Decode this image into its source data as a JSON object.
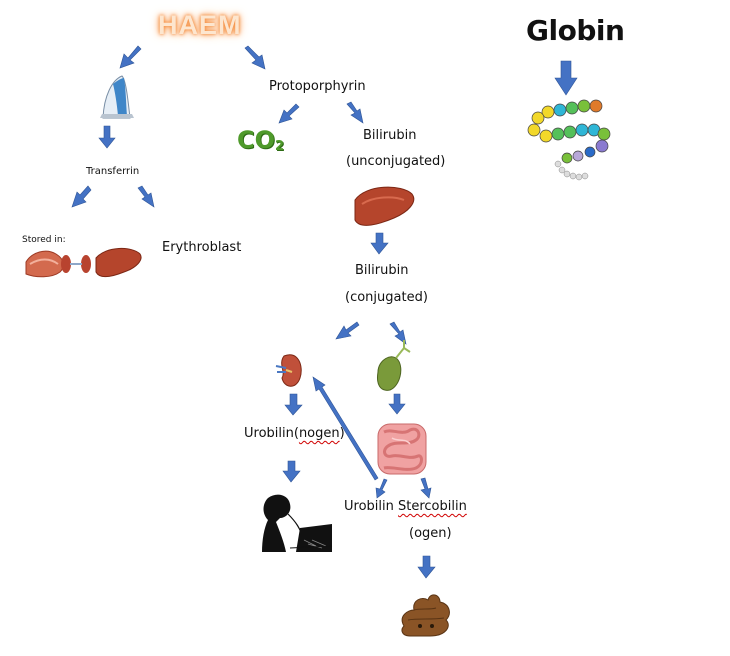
{
  "title_haem": "HAEM",
  "title_globin": "Globin",
  "labels": {
    "protoporphyrin": "Protoporphyrin",
    "transferrin": "Transferrin",
    "stored_in": "Stored in:",
    "erythroblast": "Erythroblast",
    "bilirubin_1": "Bilirubin",
    "unconjugated": "(unconjugated)",
    "bilirubin_2": "Bilirubin",
    "conjugated": "(conjugated)",
    "urobilin_a": "Urobilin(",
    "urobilin_b": "nogen",
    "urobilin_c": ")",
    "urobilin_2": "Urobilin",
    "stercobilin": "Stercobilin",
    "ogen": "(ogen)",
    "co2_main": "CO",
    "co2_sub": "2"
  },
  "icons": {
    "iron": "iron-icon",
    "co2": "carbon-dioxide-icon",
    "protein_chain": "amino-acid-chain-icon",
    "liver": "liver-icon",
    "kidney": "kidney-icon",
    "muscle": "muscle-icon",
    "gallbladder": "gallbladder-icon",
    "intestines": "intestines-icon",
    "person_urinating": "person-urinating-icon",
    "stool": "stool-icon"
  },
  "colors": {
    "arrow": "#4472c4",
    "haem_glow": "#f48a3a",
    "squiggle": "#d00000",
    "organ": "#b5452c"
  }
}
